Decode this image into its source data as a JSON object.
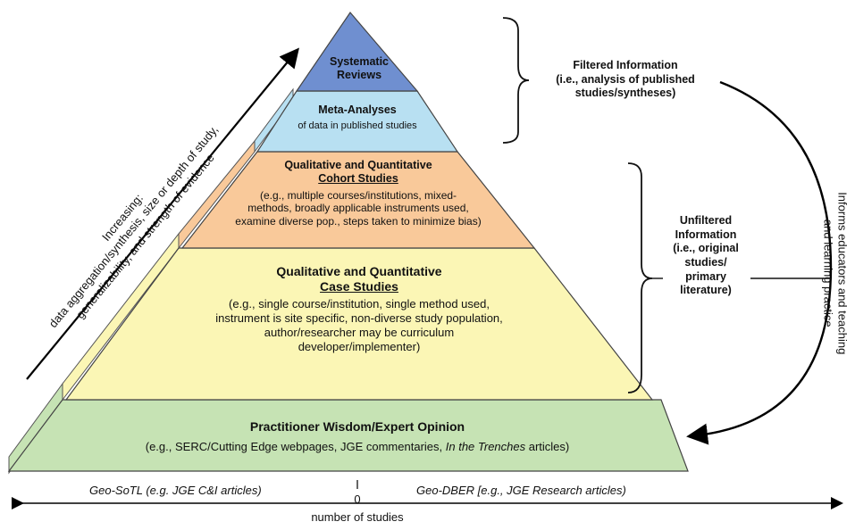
{
  "pyramid": {
    "systematic_reviews": {
      "line1": "Systematic",
      "line2": "Reviews"
    },
    "meta_analyses": {
      "title": "Meta-Analyses",
      "sub": "of data in published studies"
    },
    "cohort": {
      "title1": "Qualitative and Quantitative",
      "title2": "Cohort Studies",
      "desc1": "(e.g., multiple courses/institutions, mixed-",
      "desc2": "methods, broadly applicable instruments used,",
      "desc3": "examine diverse pop., steps taken to minimize bias)"
    },
    "case": {
      "title1": "Qualitative and Quantitative",
      "title2": "Case Studies",
      "desc1": "(e.g., single course/institution, single method used,",
      "desc2": "instrument is site specific, non-diverse study population,",
      "desc3": "author/researcher may be curriculum",
      "desc4": "developer/implementer)"
    },
    "practitioner": {
      "title": "Practitioner Wisdom/Expert Opinion",
      "desc_prefix": "(e.g., SERC/Cutting Edge webpages, JGE commentaries, ",
      "desc_italic": "In the Trenches",
      "desc_suffix": " articles)"
    }
  },
  "filtered": {
    "line1": "Filtered Information",
    "line2": "(i.e., analysis of published",
    "line3": "studies/syntheses)"
  },
  "unfiltered": {
    "line1": "Unfiltered",
    "line2": "Information",
    "line3": "(i.e., original",
    "line4": "studies/",
    "line5": "primary",
    "line6": "literature)"
  },
  "informs": {
    "line1": "Informs educators and  teaching",
    "line2": "and learning practice"
  },
  "increasing": {
    "line1": "Increasing:",
    "line2": "data aggregation/synthesis, size or depth of study,",
    "line3": "generalizability, and strength of evidence"
  },
  "axis": {
    "left": "Geo-SoTL (e.g. JGE C&I articles)",
    "right": "Geo-DBER [e.g., JGE Research articles)",
    "zero": "0",
    "label": "number of studies"
  },
  "colors": {
    "systematic": "#6f8fd0",
    "meta": "#b8e0f2",
    "cohort": "#f9c99a",
    "case": "#fbf6b5",
    "practitioner": "#c6e3b4"
  }
}
